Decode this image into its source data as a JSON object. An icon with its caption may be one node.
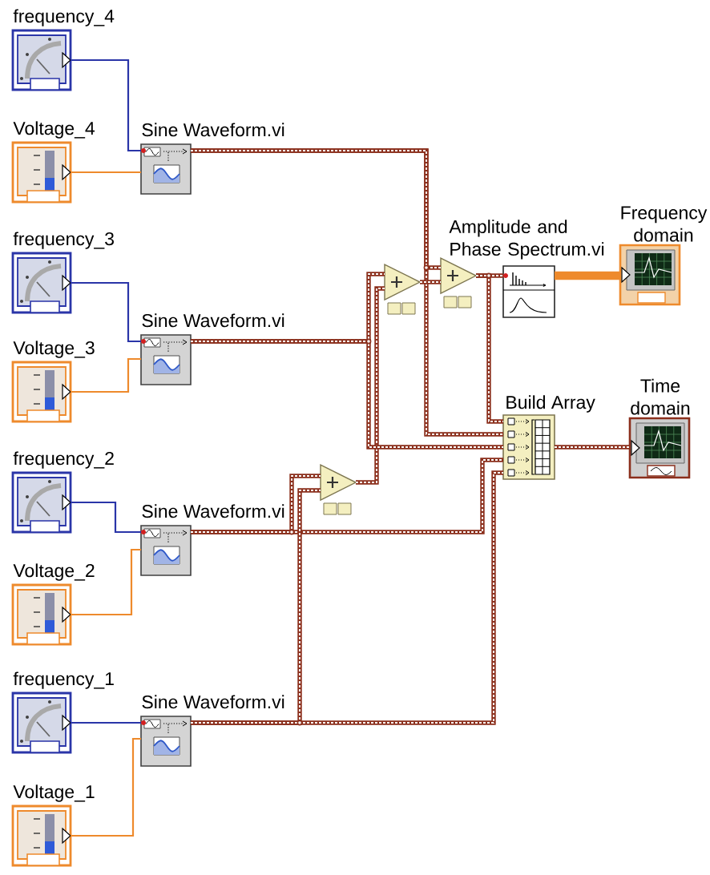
{
  "diagram": {
    "nodes": [
      {
        "text": [
          "frequency_4"
        ]
      },
      {
        "text": [
          "Voltage_4"
        ]
      },
      {
        "text": [
          "Sine Waveform.vi"
        ]
      },
      {
        "text": [
          "frequency_3"
        ]
      },
      {
        "text": [
          "Voltage_3"
        ]
      },
      {
        "text": [
          "Sine Waveform.vi"
        ]
      },
      {
        "text": [
          "frequency_2"
        ]
      },
      {
        "text": [
          "Sine Waveform.vi"
        ]
      },
      {
        "text": [
          "Voltage_2"
        ]
      },
      {
        "text": [
          "frequency_1"
        ]
      },
      {
        "text": [
          "Sine Waveform.vi"
        ]
      },
      {
        "text": [
          "Voltage_1"
        ]
      },
      {
        "text": [],
        "shape": "triangle"
      },
      {
        "text": [],
        "shape": "triangle"
      },
      {
        "text": [],
        "shape": "triangle"
      },
      {
        "text": [
          "Amplitude and Phase Spectrum.vi"
        ]
      },
      {
        "text": [
          "Frequency domain"
        ]
      },
      {
        "text": [
          "Build Array"
        ]
      },
      {
        "text": [
          "Time domain"
        ]
      }
    ],
    "edges": [
      {
        "from": 0,
        "to": 2,
        "arrow": "none",
        "color": "#2a35a8"
      },
      {
        "from": 1,
        "to": 2,
        "arrow": "none",
        "color": "#ee8a2c"
      },
      {
        "from": 3,
        "to": 5,
        "arrow": "none",
        "color": "#2a35a8"
      },
      {
        "from": 4,
        "to": 5,
        "arrow": "none",
        "color": "#ee8a2c"
      },
      {
        "from": 6,
        "to": 7,
        "arrow": "none",
        "color": "#2a35a8"
      },
      {
        "from": 8,
        "to": 7,
        "arrow": "none",
        "color": "#ee8a2c"
      },
      {
        "from": 9,
        "to": 10,
        "arrow": "none",
        "color": "#2a35a8"
      },
      {
        "from": 11,
        "to": 10,
        "arrow": "none",
        "color": "#ee8a2c"
      },
      {
        "from": 2,
        "to": 14,
        "arrow": "none"
      },
      {
        "from": 2,
        "to": 17,
        "arrow": "none"
      },
      {
        "from": 5,
        "to": 13,
        "arrow": "none"
      },
      {
        "from": 5,
        "to": 17,
        "arrow": "none"
      },
      {
        "from": 7,
        "to": 12,
        "arrow": "none"
      },
      {
        "from": 7,
        "to": 17,
        "arrow": "none"
      },
      {
        "from": 10,
        "to": 12,
        "arrow": "none"
      },
      {
        "from": 10,
        "to": 17,
        "arrow": "none"
      },
      {
        "from": 12,
        "to": 13,
        "arrow": "none"
      },
      {
        "from": 13,
        "to": 14,
        "arrow": "none"
      },
      {
        "from": 14,
        "to": 15,
        "arrow": "none"
      },
      {
        "from": 14,
        "to": 17,
        "arrow": "none"
      },
      {
        "from": 15,
        "to": 16,
        "arrow": "none",
        "style": "thick",
        "color": "#ee8a2c"
      },
      {
        "from": 17,
        "to": 18,
        "arrow": "none"
      }
    ]
  }
}
